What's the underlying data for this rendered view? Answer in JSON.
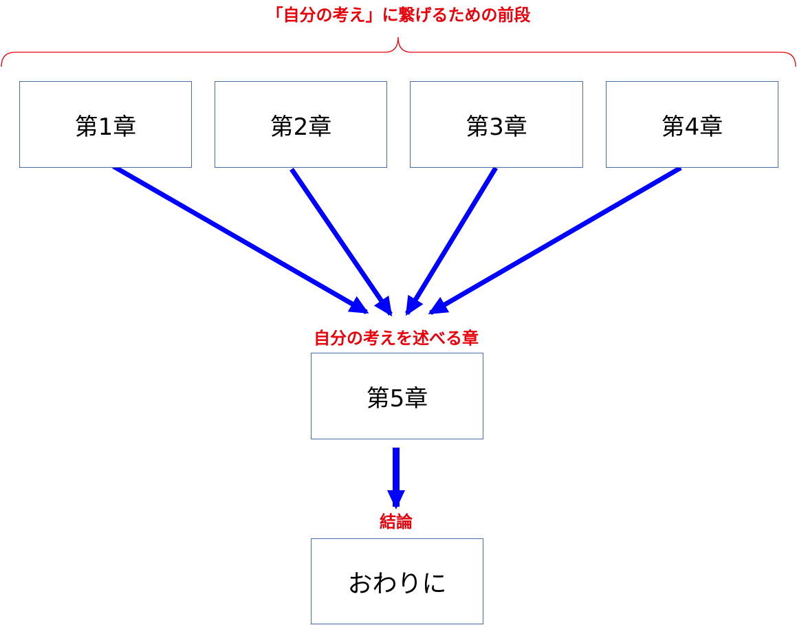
{
  "header": {
    "label": "「自分の考え」に繋げるための前段"
  },
  "chapters": [
    {
      "label": "第1章"
    },
    {
      "label": "第2章"
    },
    {
      "label": "第3章"
    },
    {
      "label": "第4章"
    }
  ],
  "middle": {
    "caption": "自分の考えを述べる章",
    "label": "第5章"
  },
  "ending": {
    "caption": "結論",
    "label": "おわりに"
  },
  "colors": {
    "arrow": "#0000ff",
    "caption_text": "#e8000b",
    "brace": "#e8000b",
    "box_border": "#4a6aa8"
  }
}
